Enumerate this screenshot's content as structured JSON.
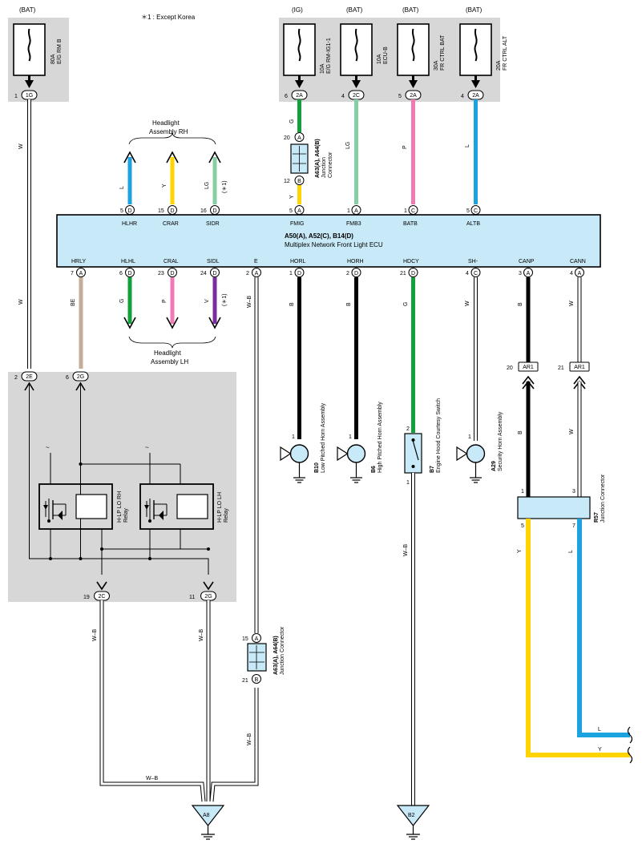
{
  "note": "＊1 : Except Korea",
  "fuses": [
    {
      "source": "(BAT)",
      "rating": "80A",
      "name": "E/G RM B",
      "pin_no": "1",
      "connector": "1G"
    },
    {
      "source": "(IG)",
      "rating": "10A",
      "name": "E/G RM-IG1-1",
      "pin_no": "6",
      "connector": "2A"
    },
    {
      "source": "(BAT)",
      "rating": "10A",
      "name": "ECU-B",
      "pin_no": "4",
      "connector": "2C"
    },
    {
      "source": "(BAT)",
      "rating": "30A",
      "name": "FR CTRL BAT",
      "pin_no": "5",
      "connector": "2A"
    },
    {
      "source": "(BAT)",
      "rating": "20A",
      "name": "FR CTRL ALT",
      "pin_no": "4",
      "connector": "2A"
    }
  ],
  "ecu": {
    "codes": "A50(A), A52(C), B14(D)",
    "name": "Multiplex Network Front Light ECU",
    "top_pins": [
      {
        "no": "5",
        "conn": "D",
        "label": "HLHR"
      },
      {
        "no": "15",
        "conn": "D",
        "label": "CRAR"
      },
      {
        "no": "16",
        "conn": "D",
        "label": "SIDR"
      },
      {
        "no": "5",
        "conn": "A",
        "label": "FMIG"
      },
      {
        "no": "1",
        "conn": "A",
        "label": "FMB3"
      },
      {
        "no": "1",
        "conn": "C",
        "label": "BATB"
      },
      {
        "no": "5",
        "conn": "C",
        "label": "ALTB"
      }
    ],
    "bottom_pins": [
      {
        "no": "7",
        "conn": "A",
        "label": "HRLY"
      },
      {
        "no": "6",
        "conn": "D",
        "label": "HLHL"
      },
      {
        "no": "23",
        "conn": "D",
        "label": "CRAL"
      },
      {
        "no": "24",
        "conn": "D",
        "label": "SIDL"
      },
      {
        "no": "2",
        "conn": "A",
        "label": "E"
      },
      {
        "no": "1",
        "conn": "D",
        "label": "HORL"
      },
      {
        "no": "2",
        "conn": "D",
        "label": "HORH"
      },
      {
        "no": "21",
        "conn": "D",
        "label": "HDCY"
      },
      {
        "no": "4",
        "conn": "C",
        "label": "SH-"
      },
      {
        "no": "3",
        "conn": "A",
        "label": "CANP"
      },
      {
        "no": "4",
        "conn": "A",
        "label": "CANN"
      }
    ]
  },
  "headlight_rh": {
    "label": "Headlight",
    "label2": "Assembly RH",
    "wires": [
      "L",
      "Y",
      "LG"
    ],
    "footnote": "(＊1)"
  },
  "headlight_lh": {
    "label": "Headlight",
    "label2": "Assembly LH",
    "wires": [
      "G",
      "P",
      "V"
    ],
    "footnote": "(＊1)"
  },
  "jc_top": {
    "codes": "A63(A), A64(B)",
    "name": "Junction",
    "name2": "Connector",
    "pin_top": "20",
    "conn_top": "A",
    "pin_bot": "12",
    "conn_bot": "B"
  },
  "jc_mid": {
    "codes": "A63(A), A64(B)",
    "name": "Junction Connector",
    "pin_top": "15",
    "conn_top": "A",
    "pin_bot": "21",
    "conn_bot": "B"
  },
  "jc_r57": {
    "code": "R57",
    "name": "Junction Connector",
    "pins": [
      "1",
      "3",
      "5",
      "7"
    ]
  },
  "relay_box": {
    "pin_2e_no": "2",
    "pin_2e": "2E",
    "pin_2g_no": "6",
    "pin_2g": "2G",
    "pin_2c_no": "19",
    "pin_2c": "2C",
    "pin_2g2_no": "11",
    "pin_2g2": "2G",
    "relay_rh": "H-LP LO RH",
    "relay_lh": "H-LP LO LH",
    "relay_word": "Relay"
  },
  "components": [
    {
      "code": "B10",
      "name": "Low Pitched Horn Assembly",
      "pin": "1"
    },
    {
      "code": "B6",
      "name": "High Pitched Horn Assembly",
      "pin": "1"
    },
    {
      "code": "B7",
      "name": "Engine Hood Courtesy Switch",
      "pin_top": "2",
      "pin_bot": "1"
    },
    {
      "code": "A29",
      "name": "Security Horn Assembly",
      "pin": "1"
    }
  ],
  "ar1": [
    {
      "no": "20",
      "label": "AR1"
    },
    {
      "no": "21",
      "label": "AR1"
    }
  ],
  "grounds": [
    "A8",
    "B2"
  ],
  "wire_colors": {
    "W": "W",
    "BE": "BE",
    "G": "G",
    "P": "P",
    "V": "V",
    "WB": "W–B",
    "B": "B",
    "Y": "Y",
    "L": "L",
    "LG": "LG"
  },
  "palette": {
    "L": "#1ba3e0",
    "Y": "#ffd400",
    "LG": "#86cfa3",
    "G": "#12a03c",
    "P": "#f07ab5",
    "V": "#7b2ca0",
    "B": "#000000",
    "W": "#ffffff",
    "BE": "#c3ad95",
    "ecu_fill": "#c8e9f7",
    "box_gray": "#d7d7d7"
  }
}
